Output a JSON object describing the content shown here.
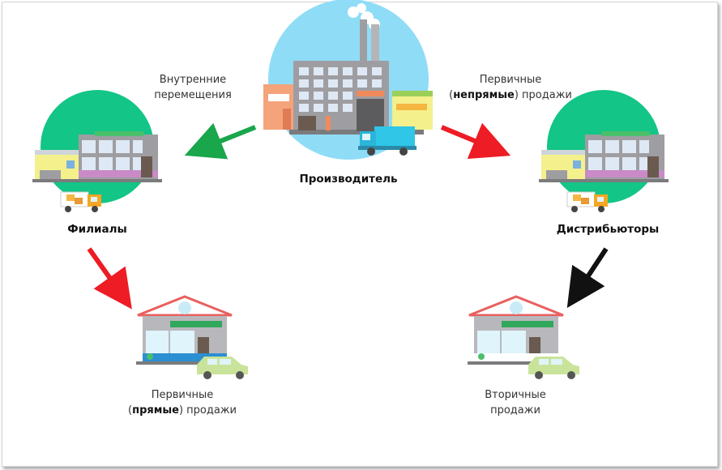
{
  "nodes": {
    "producer": {
      "label": "Производитель"
    },
    "branches": {
      "label": "Филиалы"
    },
    "distributors": {
      "label": "Дистрибьюторы"
    }
  },
  "edges": {
    "internal": {
      "line1": "Внутренние",
      "line2": "перемещения",
      "color": "#1aa64b"
    },
    "indirect": {
      "line1": "Первичные",
      "bold": "непрямые",
      "before": "(",
      "after": ") продажи",
      "color": "#ee1c24"
    },
    "direct": {
      "line1": "Первичные",
      "bold": "прямые",
      "before": "(",
      "after": ") продажи",
      "color": "#ee1c24"
    },
    "secondary": {
      "line1": "Вторичные",
      "line2": "продажи",
      "color": "#111111"
    }
  },
  "colors": {
    "sky": "#8fdcf7",
    "green_circle": "#13c586",
    "building_gray": "#9e9ea2",
    "window": "#dfe9f5",
    "truck": "#2fc6e8",
    "pink": "#c98ac7",
    "yellow": "#f4f08c"
  }
}
